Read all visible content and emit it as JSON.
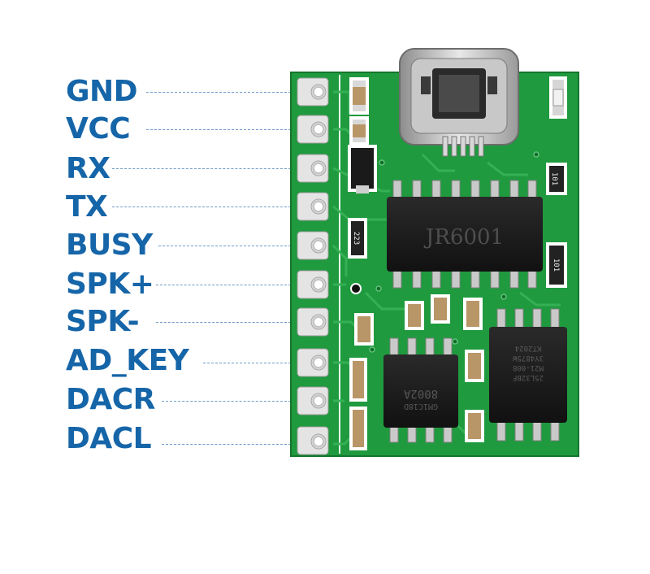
{
  "colors": {
    "label": "#1565a8",
    "pcb": "#1f9a3e",
    "leader": "#6f9bc9"
  },
  "pins": [
    {
      "label": "GND"
    },
    {
      "label": "VCC"
    },
    {
      "label": "RX"
    },
    {
      "label": "TX"
    },
    {
      "label": "BUSY"
    },
    {
      "label": "SPK+"
    },
    {
      "label": "SPK-"
    },
    {
      "label": "AD_KEY"
    },
    {
      "label": "DACR"
    },
    {
      "label": "DACL"
    }
  ],
  "board": {
    "main_chip": "JR6001",
    "amp_chip_line1": "8002A",
    "amp_chip_line2": "GM1C18D",
    "flash_chip_line1": "25L32BF",
    "flash_chip_line2": "M21-008",
    "flash_chip_line3": "3Y4875W",
    "flash_chip_line4": "KT2024",
    "res_a": "101",
    "res_b": "101",
    "res_c": "223",
    "usb_icon": "micro-usb-connector-icon"
  }
}
